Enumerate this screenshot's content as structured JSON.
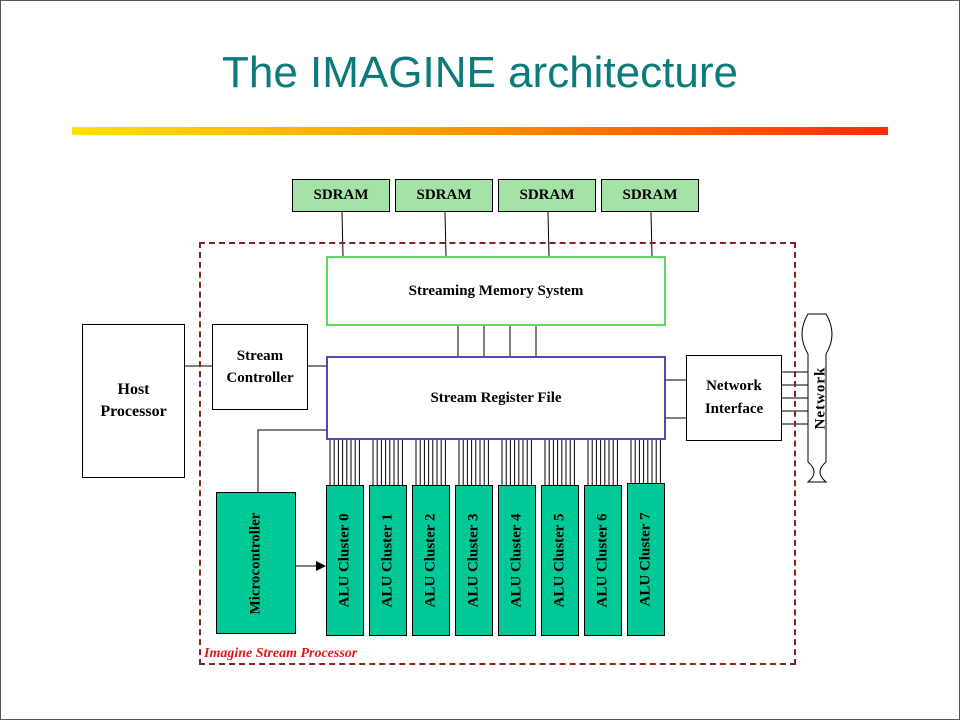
{
  "title": "The IMAGINE architecture",
  "colors": {
    "title": "#0a7a7a",
    "sdram_fill": "#a6e1a6",
    "cluster_fill": "#00c896",
    "memory_border": "#5fd65f",
    "srf_border": "#4b4bb0",
    "processor_boundary": "#8b2020",
    "processor_label": "#e01818",
    "underline_gradient": [
      "#ffe000",
      "#ff9a00",
      "#ff2a00"
    ]
  },
  "diagram": {
    "sdram": [
      "SDRAM",
      "SDRAM",
      "SDRAM",
      "SDRAM"
    ],
    "streaming_memory_system": "Streaming Memory System",
    "stream_register_file": "Stream Register File",
    "host_processor": [
      "Host",
      "Processor"
    ],
    "stream_controller": [
      "Stream",
      "Controller"
    ],
    "network_interface": [
      "Network",
      "Interface"
    ],
    "network": "Network",
    "microcontroller": "Microcontroller",
    "alu_clusters": [
      "ALU Cluster 0",
      "ALU Cluster 1",
      "ALU Cluster 2",
      "ALU Cluster 3",
      "ALU Cluster 4",
      "ALU Cluster 5",
      "ALU Cluster 6",
      "ALU Cluster 7"
    ],
    "processor_boundary_label": "Imagine Stream Processor"
  }
}
